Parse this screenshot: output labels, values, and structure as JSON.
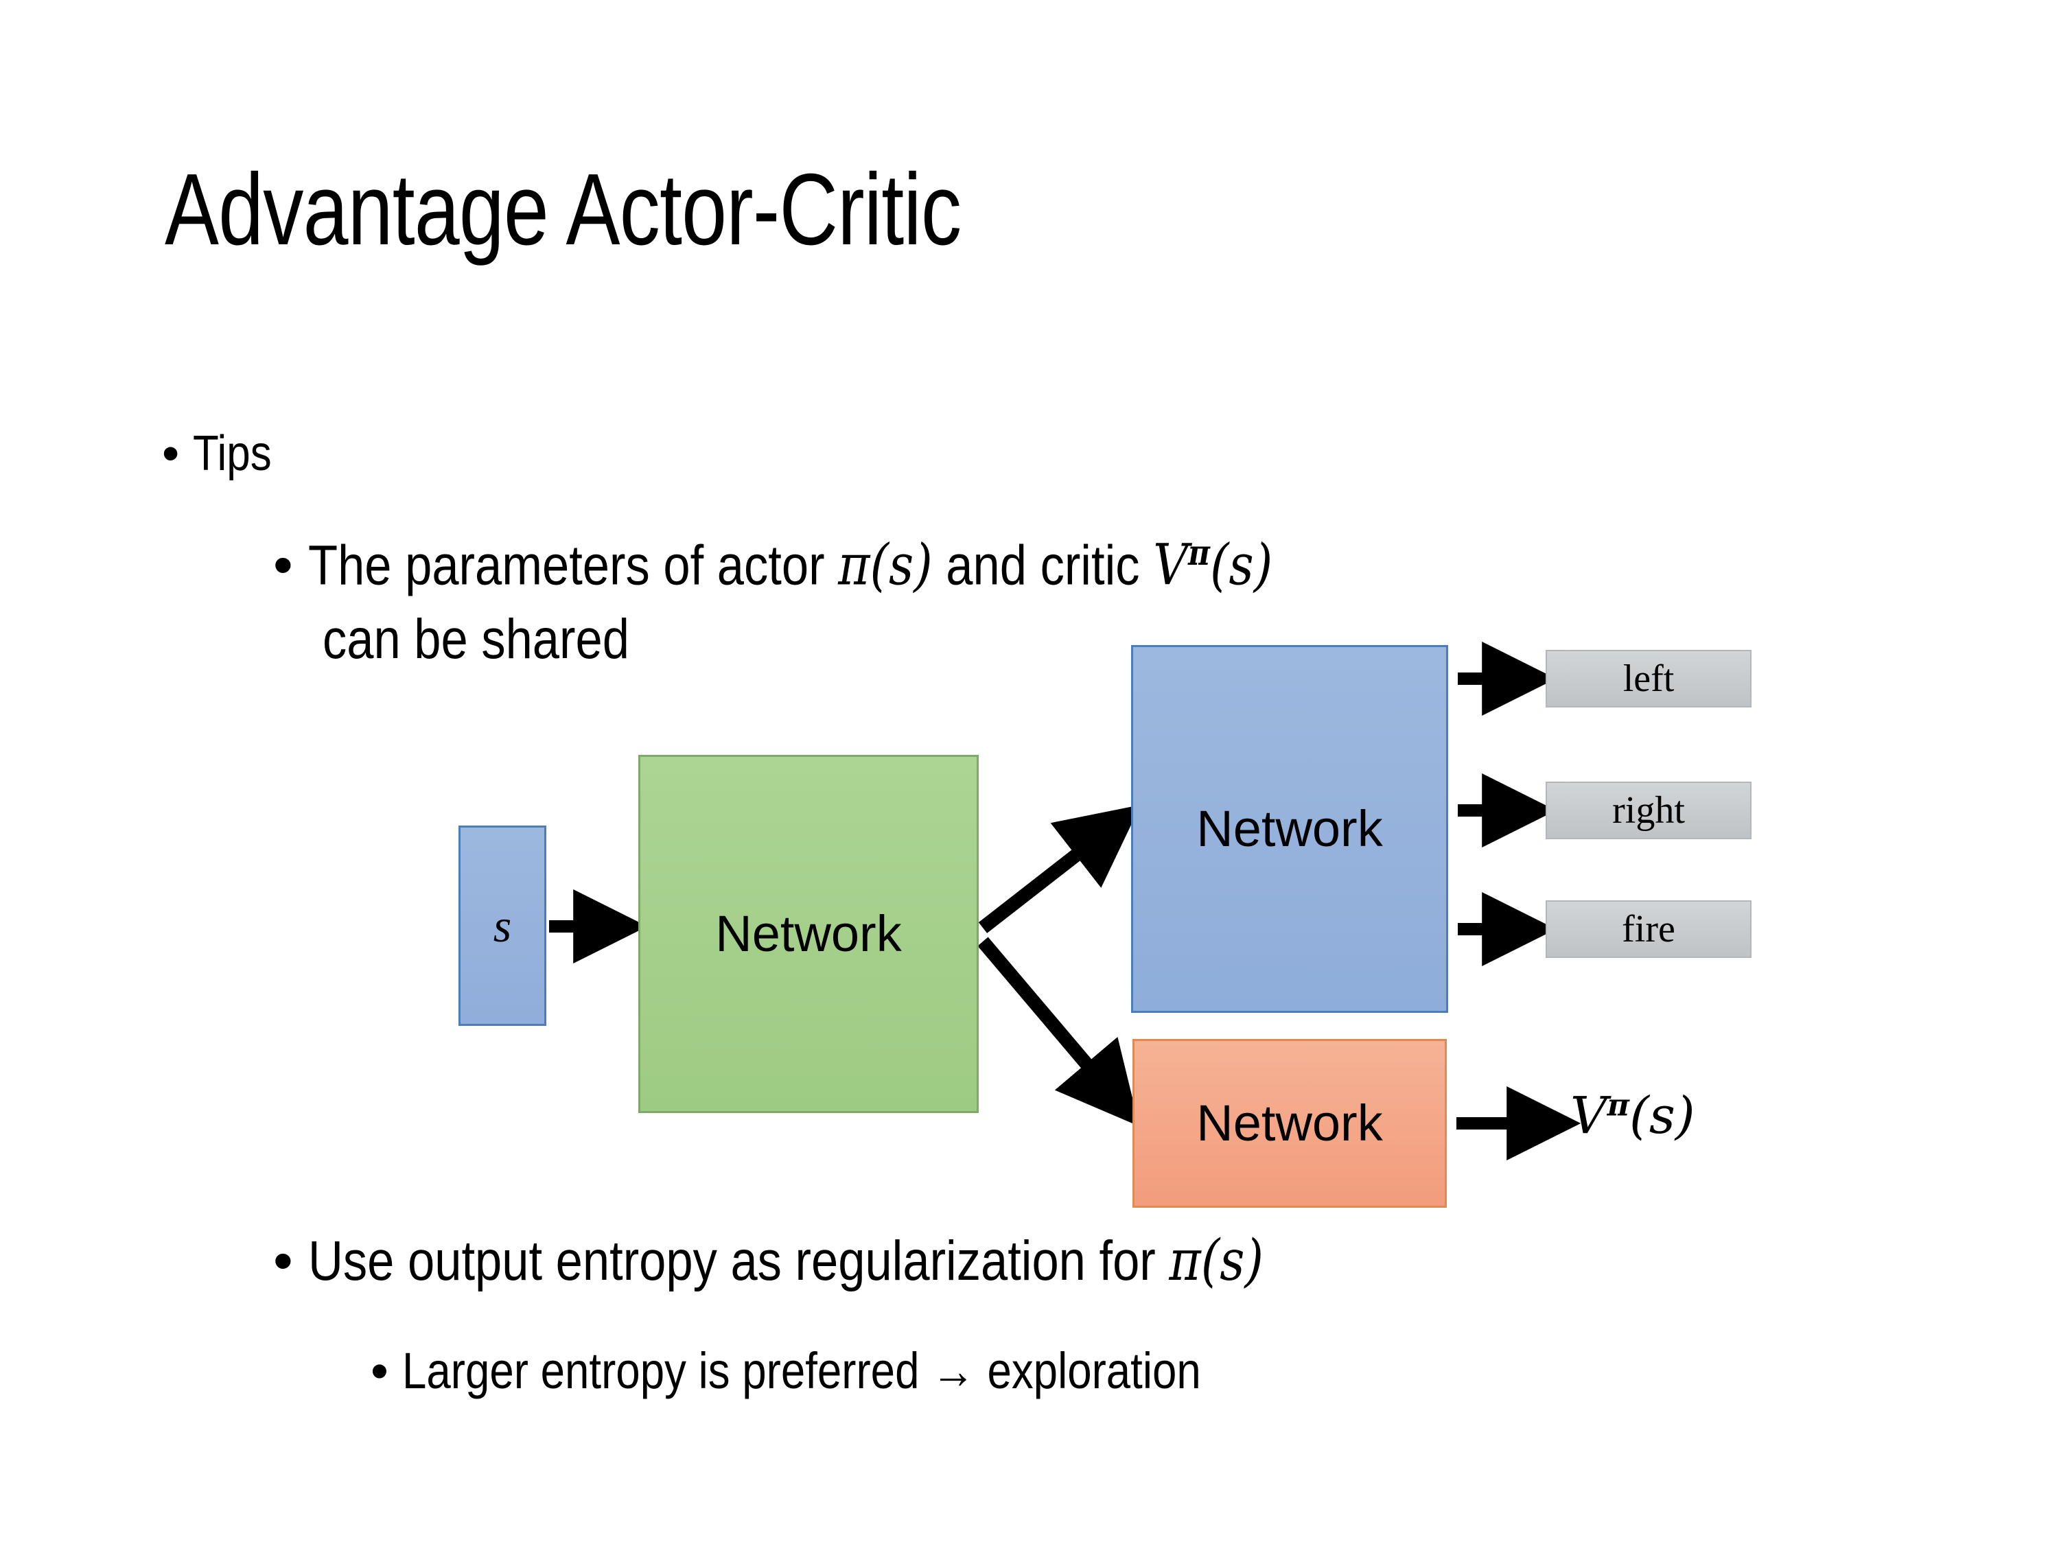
{
  "slide": {
    "title": "Advantage Actor-Critic",
    "background": "#ffffff"
  },
  "bullets": {
    "tips": {
      "marker": "•",
      "text": "Tips"
    },
    "params_line1": {
      "marker": "•",
      "text_before": "The parameters of actor ",
      "math_actor": "π(s)",
      "text_middle": "  and critic ",
      "math_critic_base": "V",
      "math_critic_sup": "π",
      "math_critic_arg": "(s)"
    },
    "params_line2": {
      "text": "can be shared"
    },
    "entropy": {
      "marker": "•",
      "text_before": "Use output entropy as regularization for ",
      "math": "π(s)"
    },
    "larger": {
      "marker": "•",
      "text": "Larger entropy is preferred → exploration"
    }
  },
  "diagram": {
    "state_box": {
      "label": "s",
      "fill": "#95b3dc",
      "border": "#4a7ebb"
    },
    "shared_network": {
      "label": "Network",
      "fill": "#a9d18e",
      "border": "#7ea966"
    },
    "actor_network": {
      "label": "Network",
      "fill": "#95b3dc",
      "border": "#4a7ebb"
    },
    "critic_network": {
      "label": "Network",
      "fill": "#f4a582",
      "border": "#e08b53"
    },
    "action_outputs": [
      {
        "label": "left",
        "fill": "#c8cbce"
      },
      {
        "label": "right",
        "fill": "#c8cbce"
      },
      {
        "label": "fire",
        "fill": "#c8cbce"
      }
    ],
    "value_output": {
      "base": "V",
      "sup": "π",
      "arg": "(s)"
    },
    "arrow_color": "#000000"
  }
}
